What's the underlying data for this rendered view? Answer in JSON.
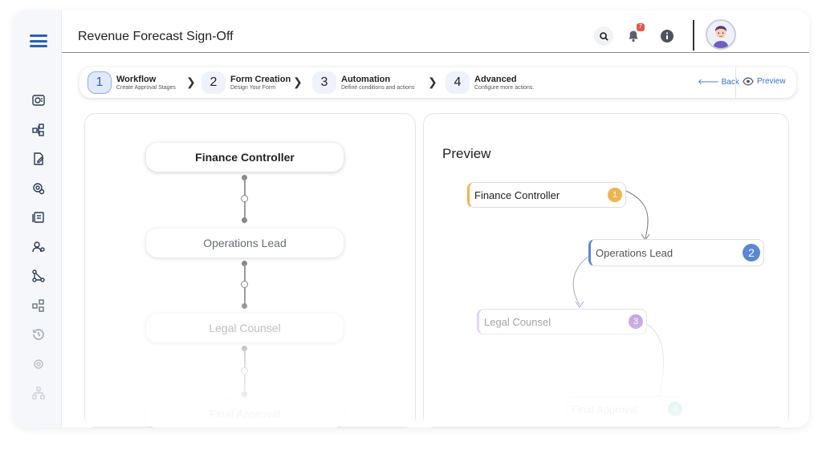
{
  "header": {
    "title": "Revenue Forecast Sign-Off",
    "notification_count": "7"
  },
  "stepper": {
    "steps": [
      {
        "num": "1",
        "title": "Workflow",
        "sub": "Create Approval Stages"
      },
      {
        "num": "2",
        "title": "Form Creation",
        "sub": "Design Your Form"
      },
      {
        "num": "3",
        "title": "Automation",
        "sub": "Define conditions and actions"
      },
      {
        "num": "4",
        "title": "Advanced",
        "sub": "Configure more actions."
      }
    ],
    "back_label": "Back",
    "preview_label": "Preview"
  },
  "workflow": {
    "nodes": [
      "Finance Controller",
      "Operations Lead",
      "Legal Counsel",
      "Final Approval"
    ]
  },
  "preview": {
    "title": "Preview",
    "nodes": [
      {
        "label": "Finance Controller",
        "num": "1",
        "color": "#f0b44c"
      },
      {
        "label": "Operations Lead",
        "num": "2",
        "color": "#5a86d6"
      },
      {
        "label": "Legal Counsel",
        "num": "3",
        "color": "#b28ad6"
      },
      {
        "label": "Final Approval",
        "num": "4",
        "color": "#4cb39a"
      }
    ]
  },
  "colors": {
    "accent": "#2b5fb3",
    "link": "#3b6fc4"
  }
}
